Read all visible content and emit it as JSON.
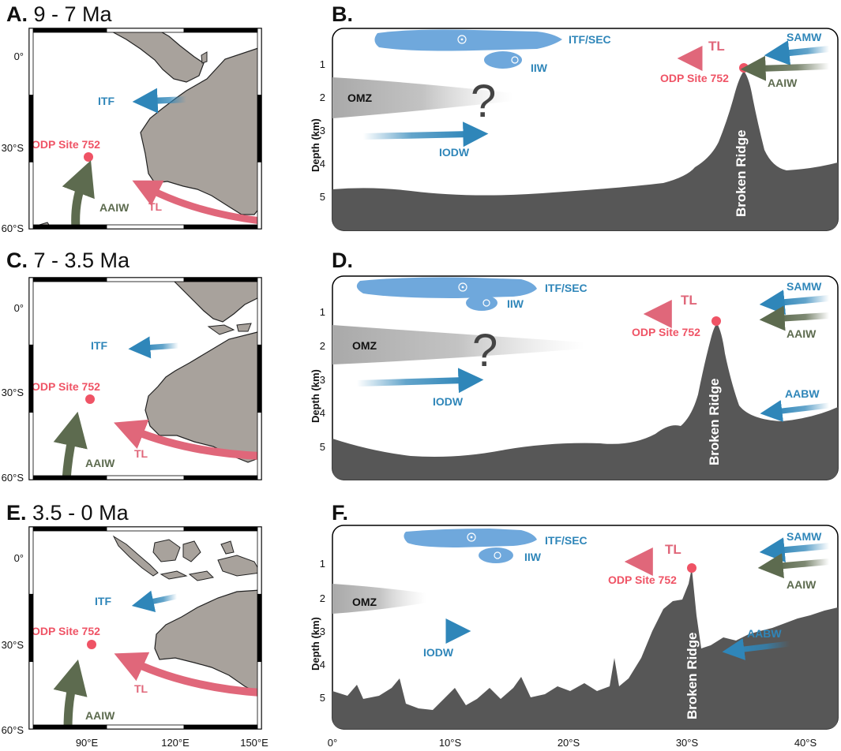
{
  "colors": {
    "blue": "#2f86b9",
    "blue_fill": "#6fa8dc",
    "pink": "#e0677a",
    "site": "#ef5365",
    "green": "#5d6b4f",
    "land": "#a8a29c",
    "seafloor": "#575757",
    "omz": "#a9a9a9"
  },
  "panels": {
    "a": {
      "letter": "A.",
      "title": "9 - 7 Ma"
    },
    "b": {
      "letter": "B."
    },
    "c": {
      "letter": "C.",
      "title": "7 - 3.5 Ma"
    },
    "d": {
      "letter": "D."
    },
    "e": {
      "letter": "E.",
      "title": "3.5 - 0 Ma"
    },
    "f": {
      "letter": "F."
    }
  },
  "map_axes": {
    "lat_ticks": [
      "0°",
      "30°S",
      "60°S"
    ],
    "lon_ticks": [
      "90°E",
      "120°E",
      "150°E"
    ]
  },
  "section_axes": {
    "ylabel": "Depth (km)",
    "depth_ticks": [
      "1",
      "2",
      "3",
      "4",
      "5"
    ],
    "lat_ticks": [
      "0°",
      "10°S",
      "20°S",
      "30°S",
      "40°S"
    ]
  },
  "labels": {
    "itf": "ITF",
    "itf_sec": "ITF/SEC",
    "iiw": "IIW",
    "site": "ODP Site 752",
    "aaiw": "AAIW",
    "tl": "TL",
    "samw": "SAMW",
    "omz": "OMZ",
    "iodw": "IODW",
    "aabw": "AABW",
    "ridge": "Broken Ridge",
    "question": "?"
  }
}
